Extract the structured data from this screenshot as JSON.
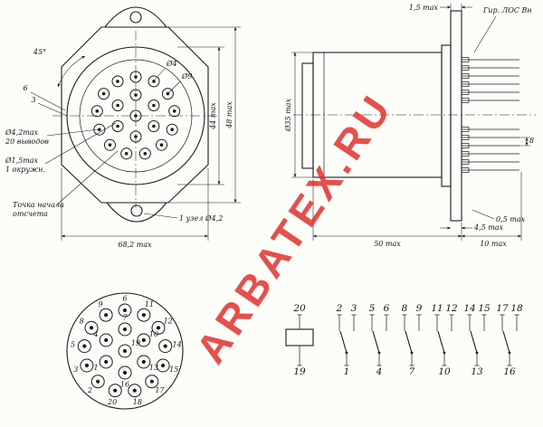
{
  "watermark": {
    "text": "ARBATEX.RU",
    "color": "#df2b27"
  },
  "front_view": {
    "labels": {
      "angle": "45°",
      "tick6": "6",
      "tick3": "3",
      "dia4": "Ø4",
      "dia9": "Ø9",
      "lead_dia": "Ø4,2max",
      "lead_count": "20 выводов",
      "pin_dia": "Ø1,5max",
      "pin_circle": "1 окружн.",
      "ref1": "Точка начала",
      "ref2": "отсчета",
      "node": "1 узел Ø4,2",
      "width": "68,2 max",
      "h_inner": "44 max",
      "h_outer": "48 max"
    }
  },
  "side_view": {
    "labels": {
      "flange": "1,5 max",
      "note": "Гир. ЛОС Вн",
      "dia": "Ø35 max",
      "pin_seat": "4,5 max",
      "pin_gap": "0,5 max",
      "pin_eight": "8",
      "length": "50 max",
      "pin_length": "10 max"
    }
  },
  "pinout_view": {
    "outer_pins": [
      "6",
      "11",
      "12",
      "14",
      "15",
      "17",
      "18",
      "20",
      "2",
      "3",
      "5",
      "8",
      "9"
    ],
    "inner_pins": [
      "7",
      "10",
      "13",
      "16",
      "1",
      "4"
    ],
    "center_pin": "19"
  },
  "schematic": {
    "coil_top": "20",
    "coil_bottom": "19",
    "groups": [
      {
        "a": "2",
        "b": "3",
        "c": "1"
      },
      {
        "a": "5",
        "b": "6",
        "c": "4"
      },
      {
        "a": "8",
        "b": "9",
        "c": "7"
      },
      {
        "a": "11",
        "b": "12",
        "c": "10"
      },
      {
        "a": "14",
        "b": "15",
        "c": "13"
      },
      {
        "a": "17",
        "b": "18",
        "c": "16"
      }
    ]
  }
}
